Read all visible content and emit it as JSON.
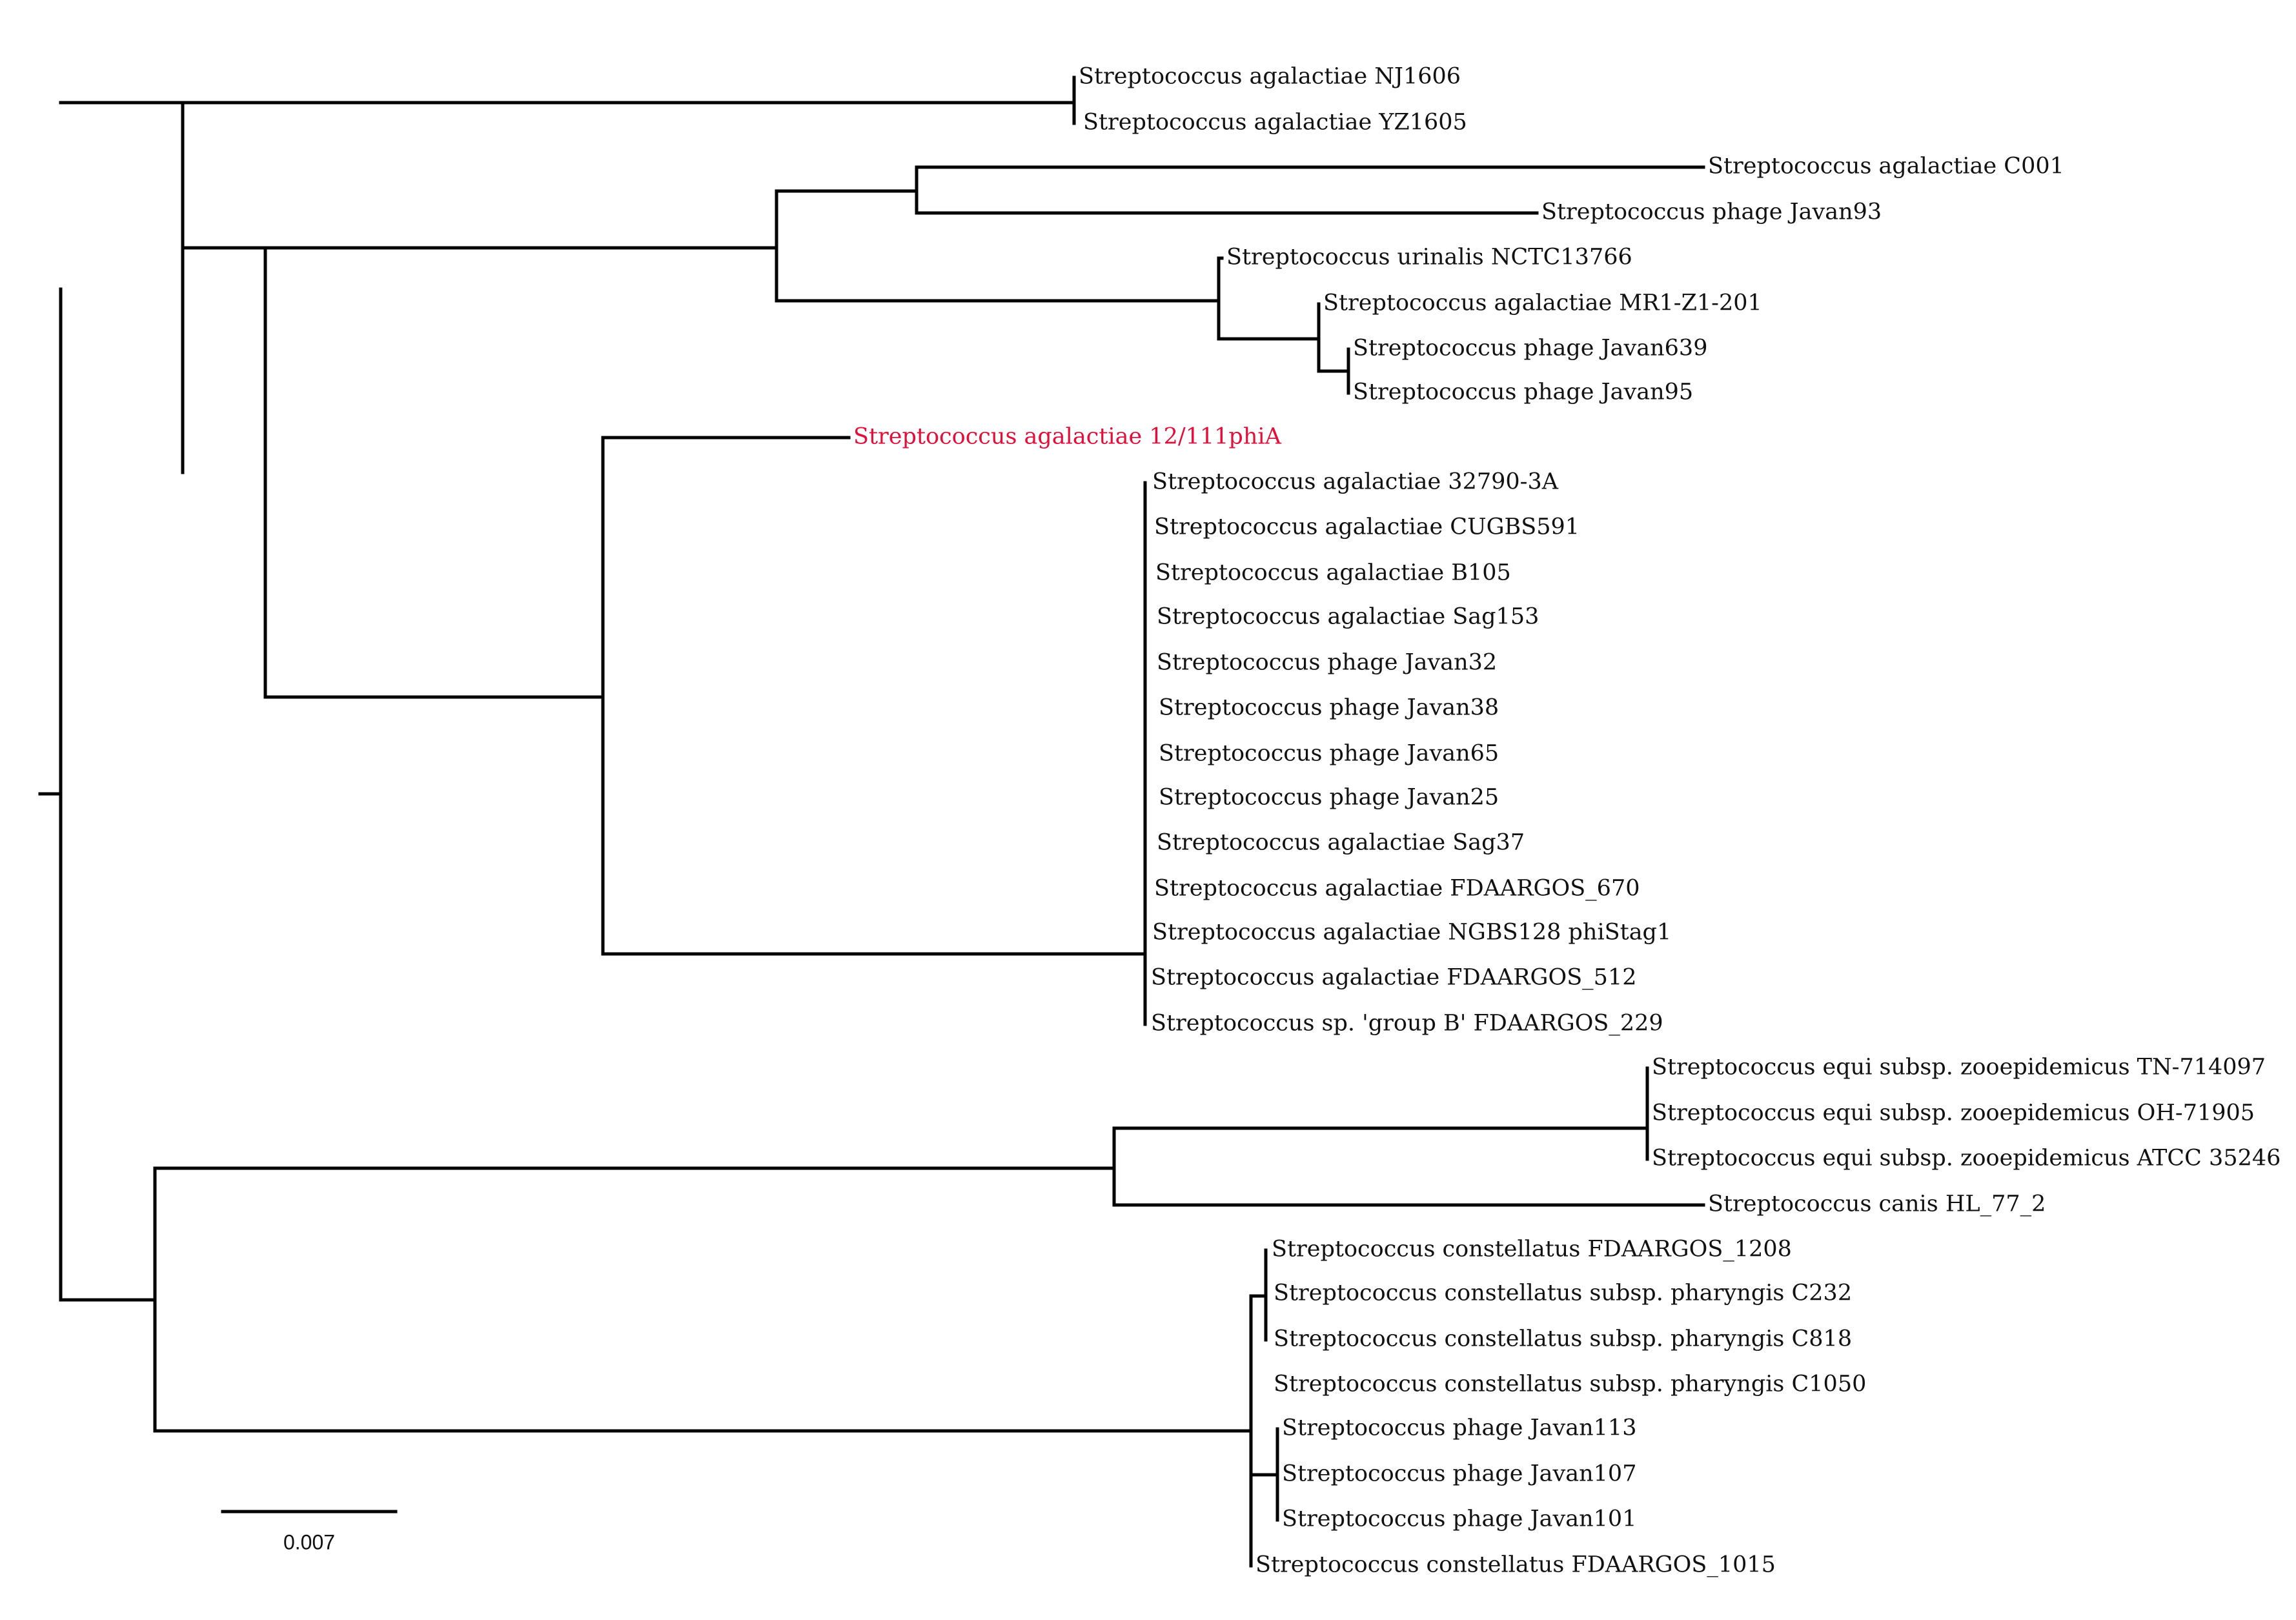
{
  "tree": {
    "highlight_color": "#e0103a",
    "taxa": [
      {
        "id": "NJ1606",
        "label": "Streptococcus agalactiae  NJ1606"
      },
      {
        "id": "YZ1605",
        "label": "Streptococcus agalactiae  YZ1605"
      },
      {
        "id": "C001",
        "label": "Streptococcus agalactiae  C001"
      },
      {
        "id": "Javan93",
        "label": "Streptococcus phage Javan93"
      },
      {
        "id": "NCTC13766",
        "label": "Streptococcus urinalis  NCTC13766"
      },
      {
        "id": "MR1Z1201",
        "label": "Streptococcus agalactiae MR1-Z1-201"
      },
      {
        "id": "Javan639",
        "label": "Streptococcus phage Javan639"
      },
      {
        "id": "Javan95",
        "label": "Streptococcus phage Javan95"
      },
      {
        "id": "phiA",
        "label": "Streptococcus agalactiae 12/111phiA",
        "highlight": true
      },
      {
        "id": "32790",
        "label": "Streptococcus agalactiae  32790-3A"
      },
      {
        "id": "CUGBS591",
        "label": "Streptococcus agalactiae  CUGBS591"
      },
      {
        "id": "B105",
        "label": "Streptococcus agalactiae  B105"
      },
      {
        "id": "Sag153",
        "label": "Streptococcus agalactiae  Sag153"
      },
      {
        "id": "Javan32",
        "label": "Streptococcus phage Javan32"
      },
      {
        "id": "Javan38",
        "label": "Streptococcus phage Javan38"
      },
      {
        "id": "Javan65",
        "label": "Streptococcus phage Javan65"
      },
      {
        "id": "Javan25",
        "label": "Streptococcus phage Javan25"
      },
      {
        "id": "Sag37",
        "label": "Streptococcus agalactiae  Sag37"
      },
      {
        "id": "FDA670",
        "label": "Streptococcus agalactiae  FDAARGOS_670"
      },
      {
        "id": "NGBS128",
        "label": "Streptococcus agalactiae  NGBS128 phiStag1"
      },
      {
        "id": "FDA512",
        "label": "Streptococcus agalactiae  FDAARGOS_512"
      },
      {
        "id": "FDA229",
        "label": "Streptococcus sp. 'group B'  FDAARGOS_229"
      },
      {
        "id": "TN714097",
        "label": "Streptococcus equi subsp. zooepidemicus  TN-714097"
      },
      {
        "id": "OH71905",
        "label": "Streptococcus equi subsp. zooepidemicus  OH-71905"
      },
      {
        "id": "ATCC35246",
        "label": "Streptococcus equi subsp. zooepidemicus ATCC 35246"
      },
      {
        "id": "HL772",
        "label": "Streptococcus canis  HL_77_2"
      },
      {
        "id": "FDA1208",
        "label": "Streptococcus constellatus  FDAARGOS_1208"
      },
      {
        "id": "C232",
        "label": "Streptococcus constellatus subsp. pharyngis C232"
      },
      {
        "id": "C818",
        "label": "Streptococcus constellatus subsp. pharyngis C818"
      },
      {
        "id": "C1050",
        "label": "Streptococcus constellatus subsp. pharyngis C1050"
      },
      {
        "id": "Javan113",
        "label": "Streptococcus phage Javan113"
      },
      {
        "id": "Javan107",
        "label": "Streptococcus phage Javan107"
      },
      {
        "id": "Javan101",
        "label": "Streptococcus phage Javan101"
      },
      {
        "id": "FDA1015",
        "label": "Streptococcus constellatus  FDAARGOS_1015"
      }
    ],
    "scale_bar": {
      "label": "0.007"
    }
  }
}
